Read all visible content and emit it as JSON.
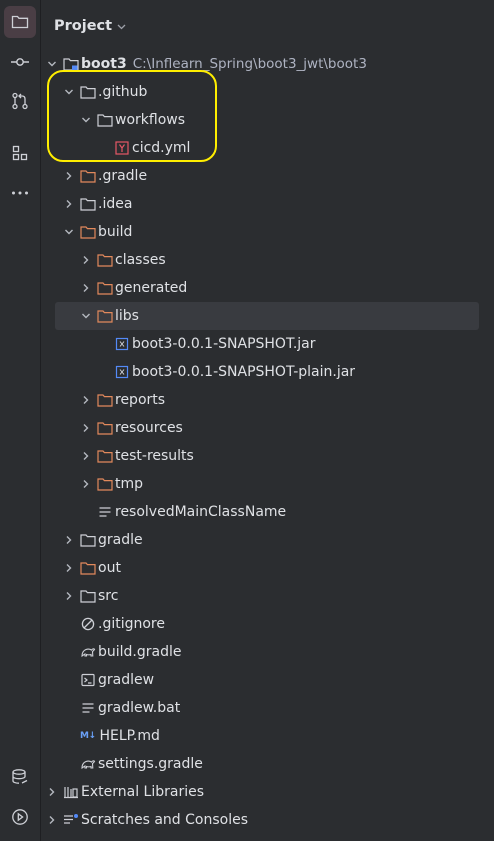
{
  "header": {
    "title": "Project"
  },
  "colors": {
    "background": "#2b2d30",
    "folder_excluded": "#e2895c",
    "folder_normal": "#ced0d6",
    "yaml_icon": "#e55765",
    "jar_icon": "#548af7",
    "annotation": "#ffee00",
    "selected_row": "#393b40"
  },
  "stripe": {
    "top": [
      "folder-icon",
      "commit-icon",
      "pull-requests-icon",
      "structure-icon",
      "more-icon"
    ],
    "bottom": [
      "database-icon",
      "services-icon"
    ]
  },
  "tree": {
    "root_name": "boot3",
    "root_path": "C:\\Inflearn_Spring\\boot3_jwt\\boot3",
    "items": [
      {
        "label": ".github",
        "depth": 1,
        "arrow": "down",
        "icon": "folder"
      },
      {
        "label": "workflows",
        "depth": 2,
        "arrow": "down",
        "icon": "folder"
      },
      {
        "label": "cicd.yml",
        "depth": 3,
        "arrow": "none",
        "icon": "yaml"
      },
      {
        "label": ".gradle",
        "depth": 1,
        "arrow": "right",
        "icon": "folder-excluded"
      },
      {
        "label": ".idea",
        "depth": 1,
        "arrow": "right",
        "icon": "folder"
      },
      {
        "label": "build",
        "depth": 1,
        "arrow": "down",
        "icon": "folder-excluded"
      },
      {
        "label": "classes",
        "depth": 2,
        "arrow": "right",
        "icon": "folder-excluded"
      },
      {
        "label": "generated",
        "depth": 2,
        "arrow": "right",
        "icon": "folder-excluded"
      },
      {
        "label": "libs",
        "depth": 2,
        "arrow": "down",
        "icon": "folder-excluded",
        "selected": true
      },
      {
        "label": "boot3-0.0.1-SNAPSHOT.jar",
        "depth": 3,
        "arrow": "none",
        "icon": "jar"
      },
      {
        "label": "boot3-0.0.1-SNAPSHOT-plain.jar",
        "depth": 3,
        "arrow": "none",
        "icon": "jar"
      },
      {
        "label": "reports",
        "depth": 2,
        "arrow": "right",
        "icon": "folder-excluded"
      },
      {
        "label": "resources",
        "depth": 2,
        "arrow": "right",
        "icon": "folder-excluded"
      },
      {
        "label": "test-results",
        "depth": 2,
        "arrow": "right",
        "icon": "folder-excluded"
      },
      {
        "label": "tmp",
        "depth": 2,
        "arrow": "right",
        "icon": "folder-excluded"
      },
      {
        "label": "resolvedMainClassName",
        "depth": 2,
        "arrow": "none",
        "icon": "text-file"
      },
      {
        "label": "gradle",
        "depth": 1,
        "arrow": "right",
        "icon": "folder"
      },
      {
        "label": "out",
        "depth": 1,
        "arrow": "right",
        "icon": "folder-excluded"
      },
      {
        "label": "src",
        "depth": 1,
        "arrow": "right",
        "icon": "folder"
      },
      {
        "label": ".gitignore",
        "depth": 1,
        "arrow": "none",
        "icon": "ignore-file"
      },
      {
        "label": "build.gradle",
        "depth": 1,
        "arrow": "none",
        "icon": "gradle-file"
      },
      {
        "label": "gradlew",
        "depth": 1,
        "arrow": "none",
        "icon": "terminal-file"
      },
      {
        "label": "gradlew.bat",
        "depth": 1,
        "arrow": "none",
        "icon": "text-file"
      },
      {
        "label": "HELP.md",
        "depth": 1,
        "arrow": "none",
        "icon": "markdown-file",
        "icon_text": "M↓"
      },
      {
        "label": "settings.gradle",
        "depth": 1,
        "arrow": "none",
        "icon": "gradle-file"
      },
      {
        "label": "External Libraries",
        "depth": 0,
        "arrow": "right",
        "icon": "library"
      },
      {
        "label": "Scratches and Consoles",
        "depth": 0,
        "arrow": "right",
        "icon": "scratches"
      }
    ]
  }
}
